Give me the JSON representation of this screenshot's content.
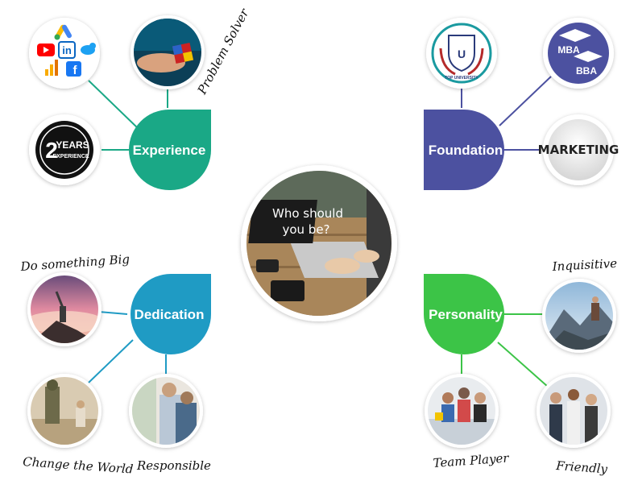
{
  "colors": {
    "experience": "#1aa886",
    "foundation": "#4c51a0",
    "dedication": "#1f9bc4",
    "personality": "#3cc447"
  },
  "hubs": {
    "experience": "Experience",
    "foundation": "Foundation",
    "dedication": "Dedication",
    "personality": "Personality"
  },
  "center": {
    "screen_line1": "Who should",
    "screen_line2": "you be?"
  },
  "captions": {
    "problem_solver": "Problem Solver",
    "do_something_big": "Do something Big",
    "change_the_world": "Change the World",
    "responsible": "Responsible",
    "inquisitive": "Inquisitive",
    "team_player": "Team Player",
    "friendly": "Friendly"
  },
  "badges": {
    "years_number": "2",
    "years_word": "YEARS",
    "experience_word": "EXPERIENCE",
    "mba": "MBA",
    "bba": "BBA",
    "marketing": "MARKETING",
    "university": "TOP UNIVERSITY"
  },
  "icons": [
    "google-ads-icon",
    "youtube-icon",
    "linkedin-icon",
    "twitter-icon",
    "google-analytics-icon",
    "facebook-icon",
    "graduation-cap-icon"
  ]
}
